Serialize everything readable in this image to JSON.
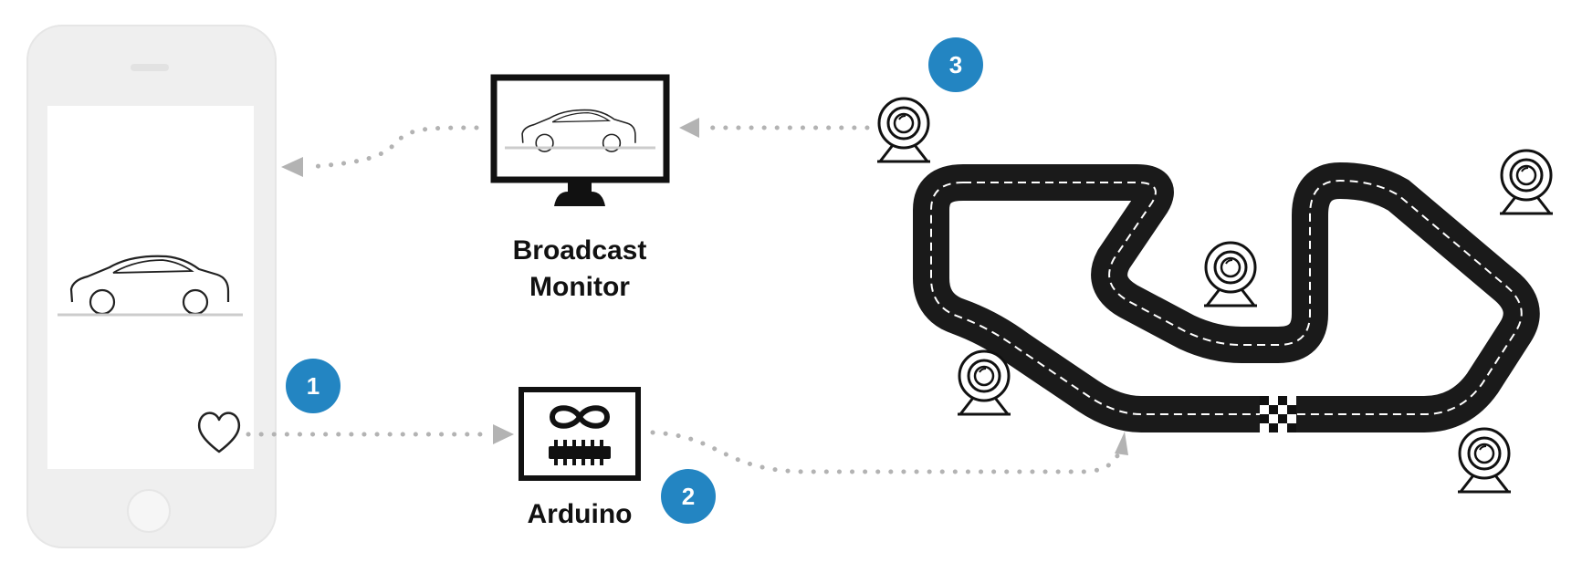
{
  "labels": {
    "broadcast_line1": "Broadcast",
    "broadcast_line2": "Monitor",
    "arduino": "Arduino"
  },
  "steps": [
    "1",
    "2",
    "3"
  ],
  "icons": {
    "phone": "smartphone-icon",
    "heart": "heart-icon",
    "monitor": "monitor-icon",
    "arduino": "arduino-icon",
    "camera": "webcam-icon",
    "track": "race-track",
    "car": "car-icon"
  },
  "colors": {
    "badge": "#2385c2",
    "arrow": "#b3b3b3",
    "track": "#1a1a1a",
    "phone": "#efefef"
  }
}
